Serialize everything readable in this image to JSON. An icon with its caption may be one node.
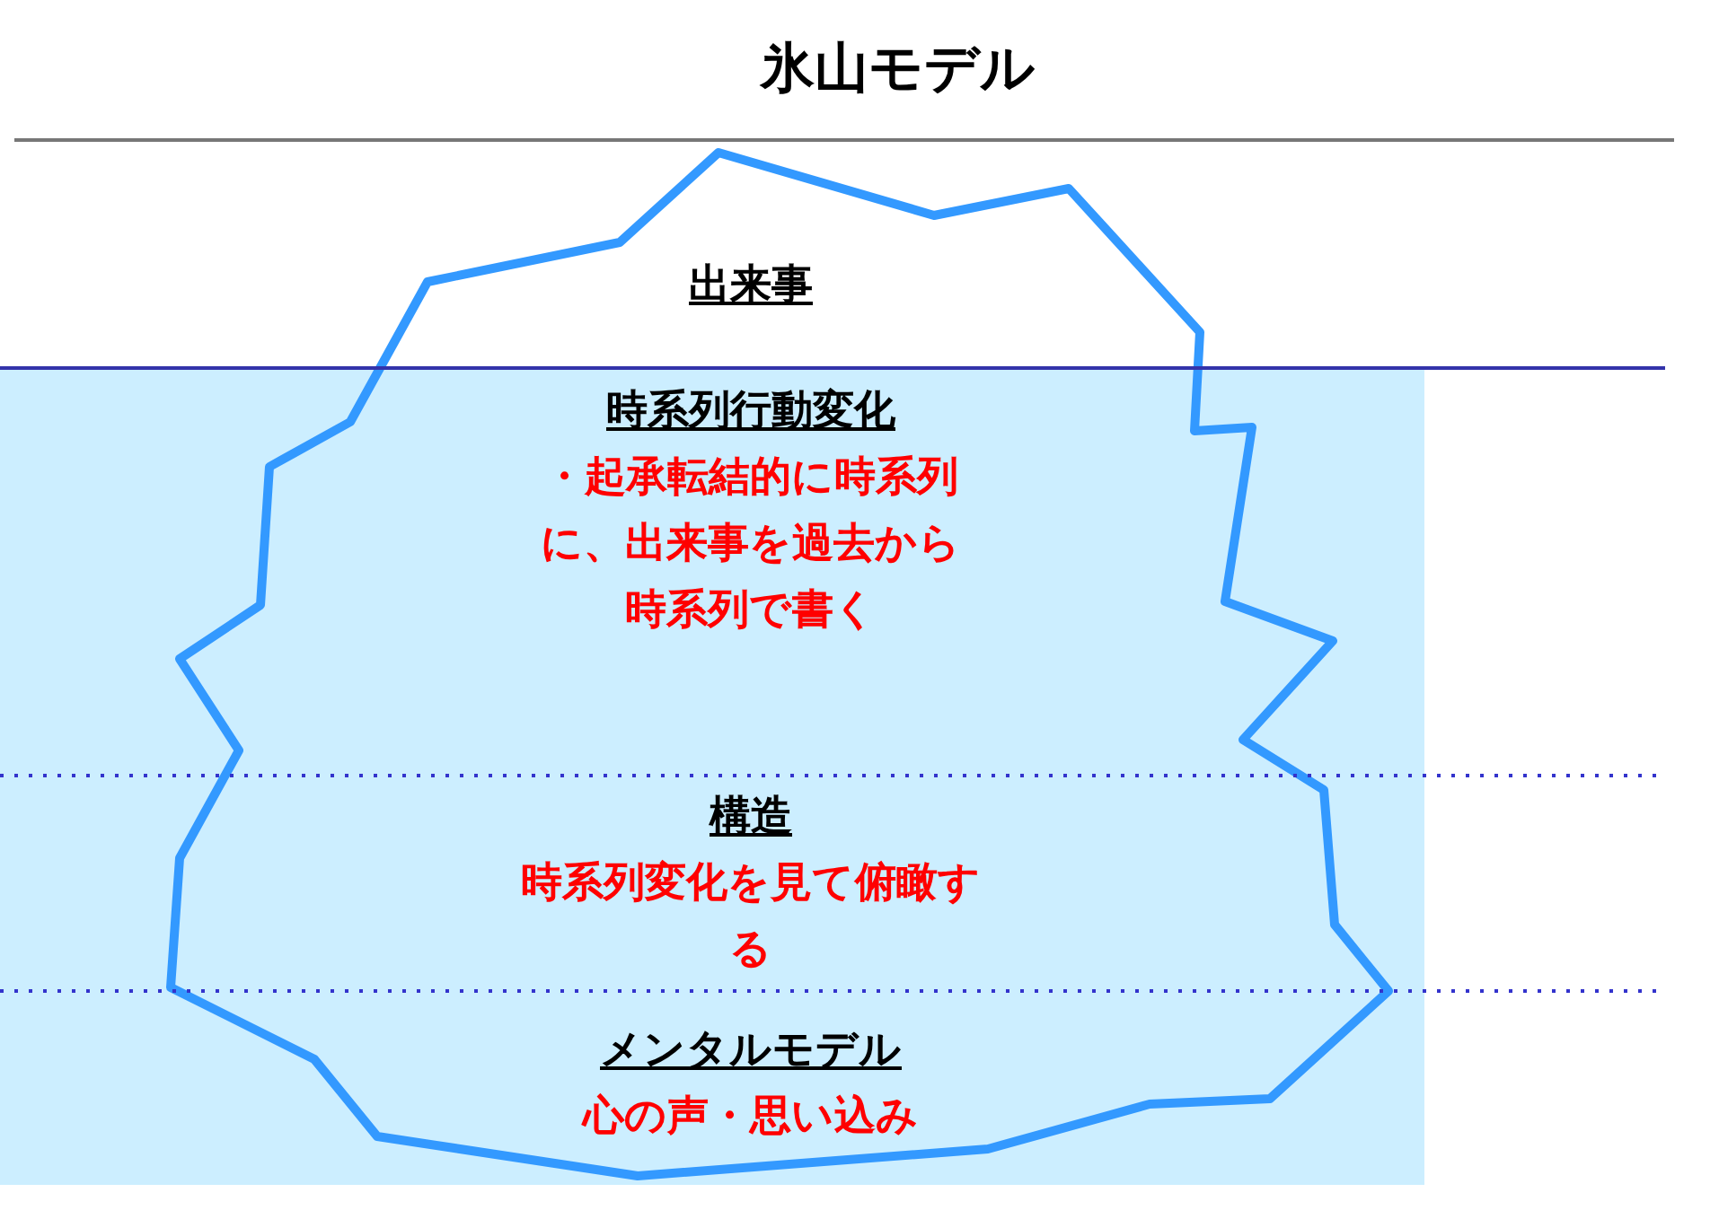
{
  "diagram": {
    "title": "氷山モデル",
    "nodes": [
      {
        "text": [
          "出来事"
        ]
      },
      {
        "text": [
          "時系列行動変化",
          "・起承転結的に時系列に、出来事を過去から時系列で書く"
        ]
      },
      {
        "text": [
          "構造",
          "時系列変化を見て俯瞰する"
        ]
      },
      {
        "text": [
          "メンタルモデル",
          "心の声・思い込み"
        ]
      }
    ]
  }
}
